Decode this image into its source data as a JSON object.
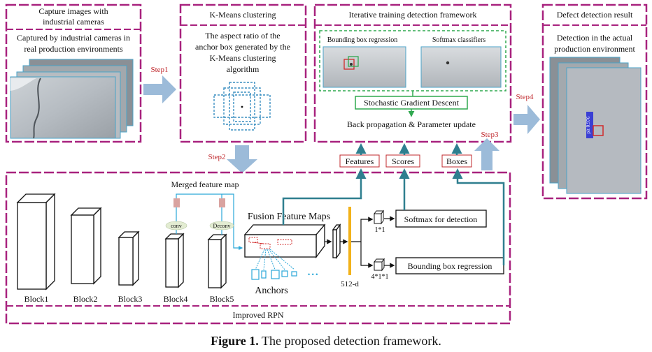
{
  "panels": {
    "capture": {
      "title_line1": "Capture images with",
      "title_line2": "industrial cameras",
      "desc_line1": "Captured by industrial cameras in",
      "desc_line2": "real production environments"
    },
    "kmeans": {
      "title": "K-Means clustering",
      "desc_line1": "The aspect ratio of the",
      "desc_line2": "anchor box generated by the",
      "desc_line3": "K-Means clustering",
      "desc_line4": "algorithm"
    },
    "training": {
      "title": "Iterative training detection framework",
      "bbox_label": "Bounding box regression",
      "softmax_label": "Softmax classifiers",
      "sgd_label": "Stochastic Gradient Descent",
      "backprop_label": "Back propagation & Parameter update"
    },
    "result": {
      "title": "Defect detection result",
      "desc_line1": "Detection in the actual",
      "desc_line2": "production environment",
      "det_tag": "pit 0.976"
    },
    "rpn": {
      "title": "Improved RPN",
      "merged_label": "Merged feature map",
      "conv_label": "conv",
      "deconv_label": "Deconv",
      "fusion_label": "Fusion Feature Maps",
      "anchors_label": "Anchors",
      "dots": "• • •",
      "dim_label": "512-d",
      "k1_label": "1*1",
      "k2_label": "4*1*1",
      "softmax_det": "Softmax for detection",
      "bbox_reg": "Bounding box regression",
      "features": "Features",
      "scores": "Scores",
      "boxes": "Boxes",
      "blocks": [
        "Block1",
        "Block2",
        "Block3",
        "Block4",
        "Block5"
      ]
    }
  },
  "steps": [
    "Step1",
    "Step2",
    "Step3",
    "Step4"
  ],
  "caption": {
    "bold": "Figure 1.",
    "text": " The proposed detection framework."
  },
  "colors": {
    "magenta": "#a8227e",
    "green": "#2fa84f",
    "teal": "#2f7f8f",
    "arrow_blue": "#9cbbd9",
    "cyan": "#2aa7d8",
    "red": "#c0282d",
    "orange": "#f2b21a"
  }
}
